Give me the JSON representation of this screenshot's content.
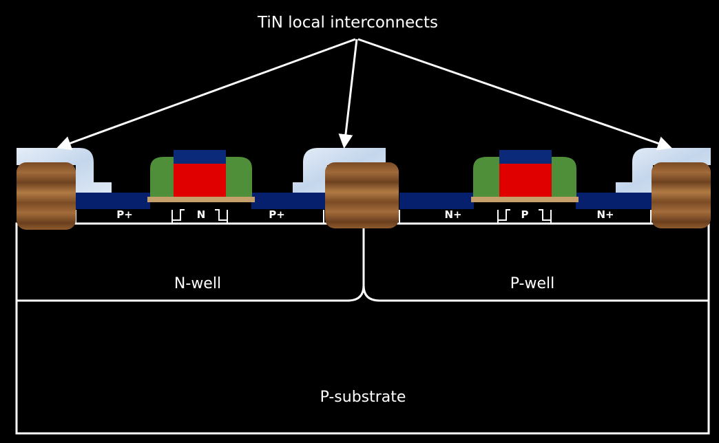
{
  "diagram": {
    "title": "TiN local interconnects",
    "regions": {
      "n_well": "N-well",
      "p_well": "P-well",
      "p_substrate": "P-substrate"
    },
    "diffusions": {
      "pmos_source": "P+",
      "pmos_channel": "N",
      "pmos_drain": "P+",
      "nmos_source": "N+",
      "nmos_channel": "P",
      "nmos_drain": "N+"
    },
    "colors": {
      "background": "#000000",
      "outline": "#ffffff",
      "diffusion": "#06206e",
      "gate_poly": "#e00000",
      "gate_cap": "#0b2a7a",
      "spacer": "#4f8f3a",
      "oxide_base": "#c6a06a",
      "field_oxide": "#8a5a30",
      "tin": "#d6e4f2"
    }
  }
}
